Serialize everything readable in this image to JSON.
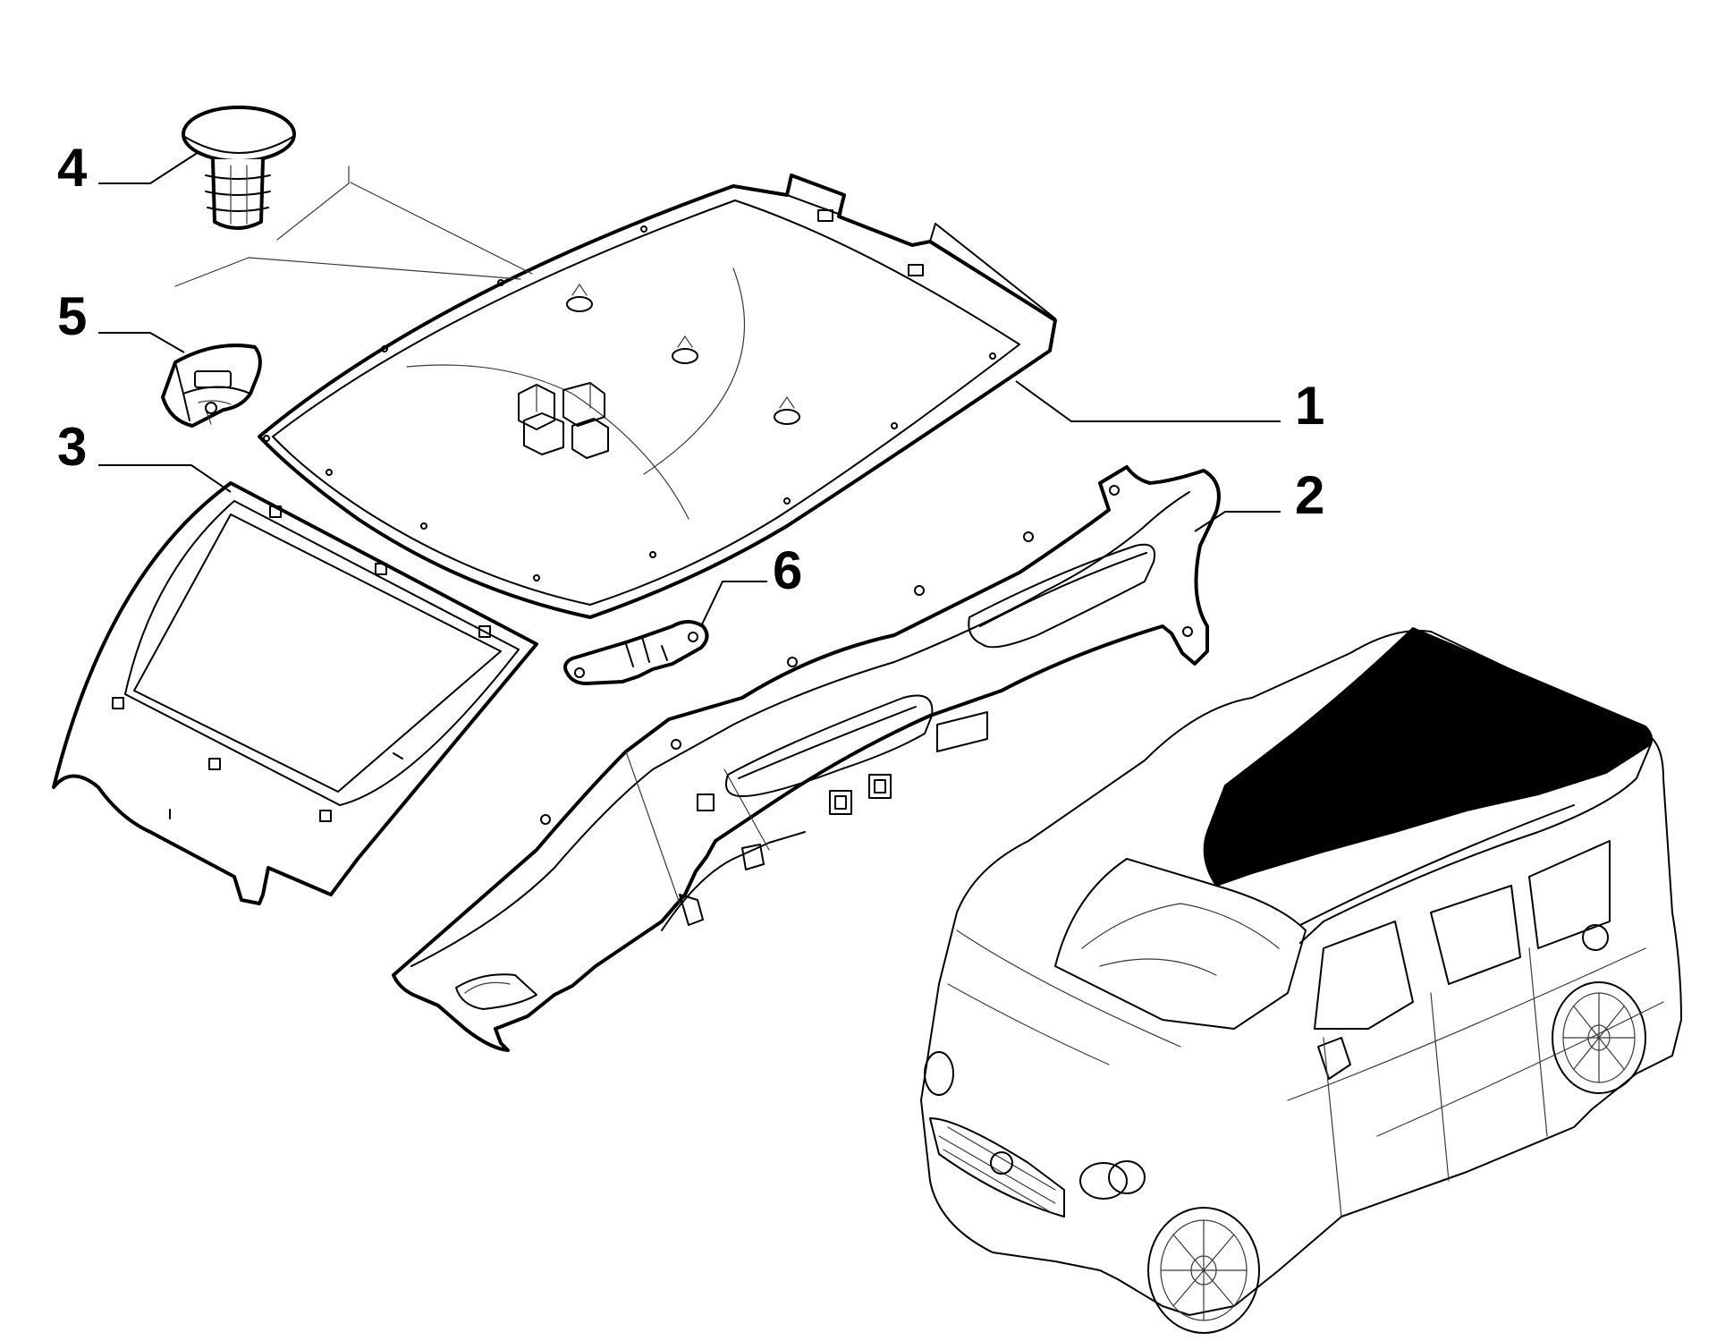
{
  "callouts": [
    {
      "id": "1",
      "label": "1"
    },
    {
      "id": "2",
      "label": "2"
    },
    {
      "id": "3",
      "label": "3"
    },
    {
      "id": "4",
      "label": "4"
    },
    {
      "id": "5",
      "label": "5"
    },
    {
      "id": "6",
      "label": "6"
    }
  ],
  "colors": {
    "line": "#000000",
    "background": "#ffffff",
    "roof_highlight": "#000000"
  }
}
